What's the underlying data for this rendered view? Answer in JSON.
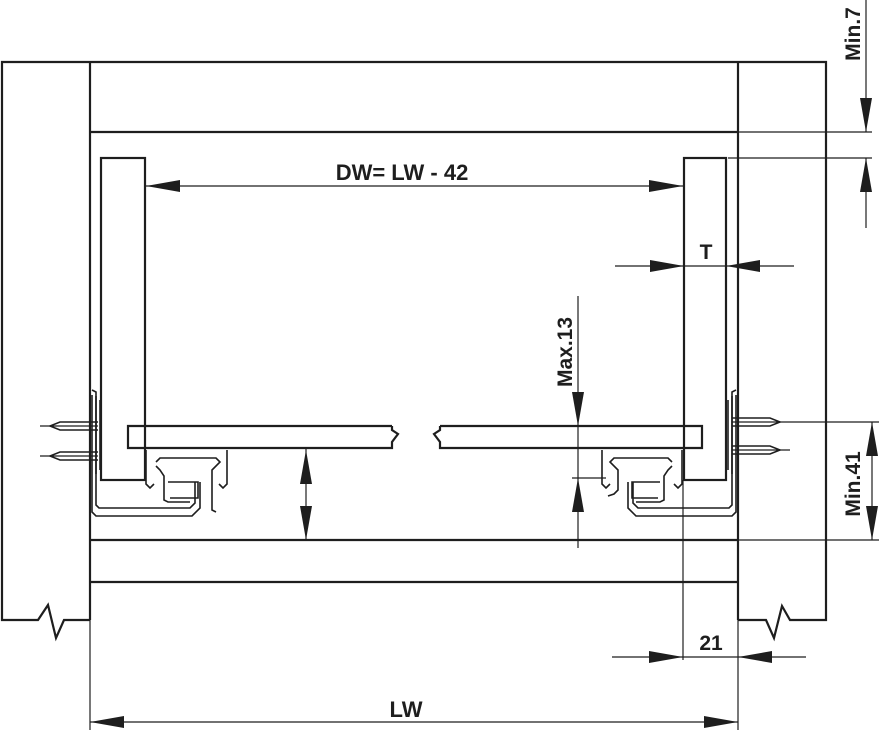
{
  "diagram": {
    "subject": "Drawer side panel and runner installation cross-section",
    "line_color": "#1e1e1e",
    "background": "#ffffff"
  },
  "dimensions": {
    "drawer_width": "DW= LW - 42",
    "thickness": "T",
    "max_13": "Max.13",
    "min_7": "Min.7",
    "min_41": "Min.41",
    "offset_21": "21",
    "inner_width": "LW"
  }
}
